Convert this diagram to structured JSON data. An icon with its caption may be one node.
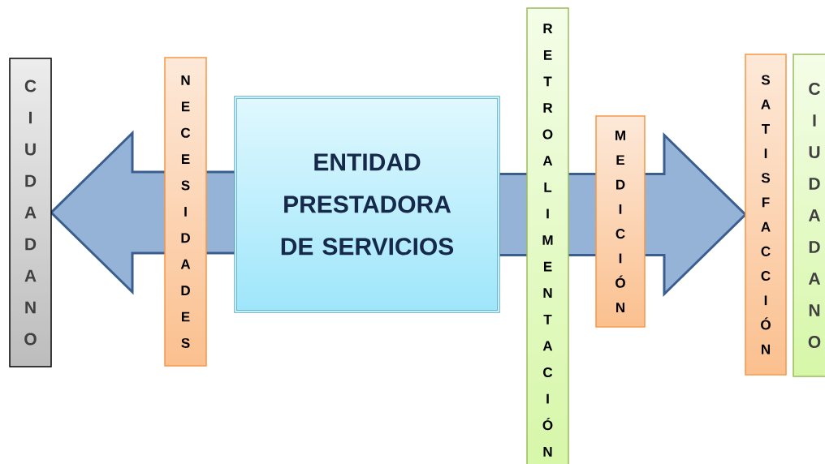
{
  "diagram": {
    "nodes": [
      {
        "text": [
          "CIUDADANO"
        ]
      },
      {
        "text": [
          "NECESIDADES"
        ]
      },
      {
        "text": [
          "ENTIDAD PRESTADORA DE SERVICIOS"
        ]
      },
      {
        "text": [
          "RETROALIMENTACIÓN"
        ]
      },
      {
        "text": [
          "MEDICIÓN"
        ]
      },
      {
        "text": [
          "SATISFACCIÓN"
        ]
      },
      {
        "text": [
          "CIUDADANO"
        ]
      }
    ],
    "edges": [
      {
        "from": 2,
        "to": 0,
        "arrow": "to"
      },
      {
        "from": 2,
        "to": 5,
        "arrow": "to"
      }
    ]
  }
}
